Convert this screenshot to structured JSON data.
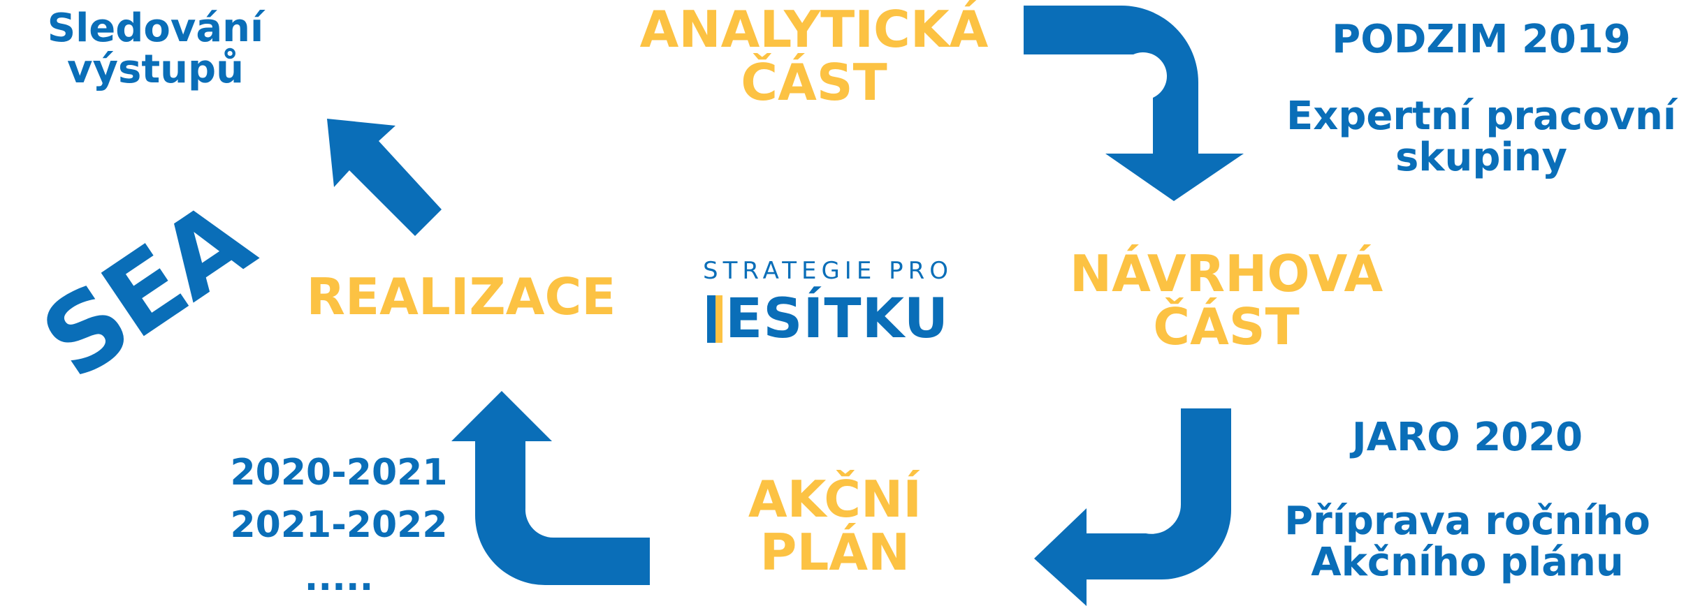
{
  "phases": {
    "analytic": [
      "ANALYTICKÁ",
      "ČÁST"
    ],
    "proposal": [
      "NÁVRHOVÁ",
      "ČÁST"
    ],
    "action": [
      "AKČNÍ",
      "PLÁN"
    ],
    "realization": "REALIZACE"
  },
  "notes": {
    "monitoring": [
      "Sledování",
      "výstupů"
    ],
    "autumn_title": "PODZIM 2019",
    "autumn_text": [
      "Expertní pracovní",
      "skupiny"
    ],
    "spring_title": "JARO 2020",
    "spring_text": [
      "Příprava ročního",
      "Akčního plánu"
    ],
    "years": [
      "2020-2021",
      "2021-2022",
      "....."
    ],
    "sea": "SEA"
  },
  "logo": {
    "top": "STRATEGIE PRO",
    "bottom": "ESÍTKU"
  },
  "colors": {
    "blue": "#0A6EB8",
    "yellow": "#FCC243"
  }
}
